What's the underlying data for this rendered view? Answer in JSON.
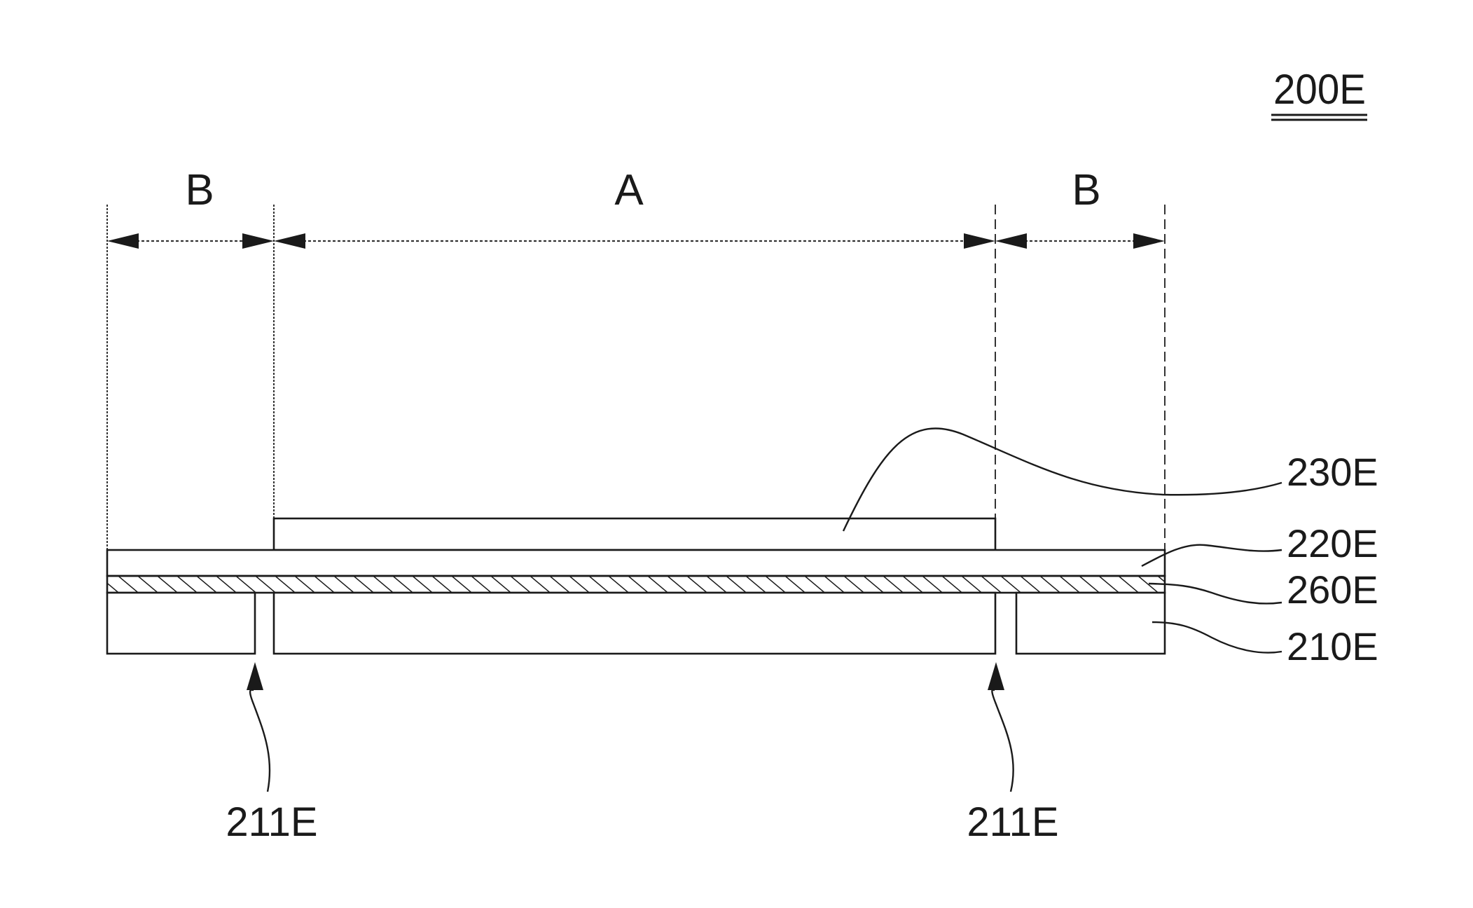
{
  "figure_label": "200E",
  "regions": {
    "left": "B",
    "center": "A",
    "right": "B"
  },
  "components": {
    "layer_230": "230E",
    "layer_220": "220E",
    "layer_260": "260E",
    "layer_210": "210E",
    "gap_left": "211E",
    "gap_right": "211E"
  },
  "colors": {
    "line": "#1a1a1a",
    "background": "#ffffff"
  }
}
